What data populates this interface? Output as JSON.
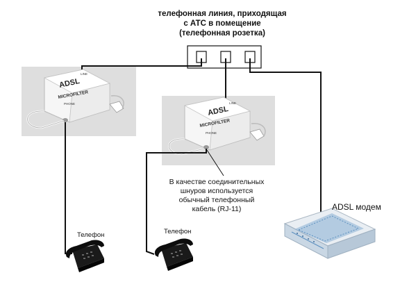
{
  "title": {
    "line1": "телефонная линия, приходящая",
    "line2": "с АТС в помещение",
    "line3": "(телефонная розетка)"
  },
  "filter": {
    "brand": "ADSL",
    "model": "MICROFILTER",
    "line_port": "LINE",
    "phone_port": "PHONE"
  },
  "note": {
    "line1": "В качестве соединительных",
    "line2": "шнуров используется",
    "line3": "обычный телефонный",
    "line4": "кабель (RJ-11)"
  },
  "phone_label": "Телефон",
  "modem_label": "ADSL модем",
  "colors": {
    "wire": "#111111",
    "photo_background": "#dcdcdc",
    "modem_accent": "#5b8fbf"
  }
}
